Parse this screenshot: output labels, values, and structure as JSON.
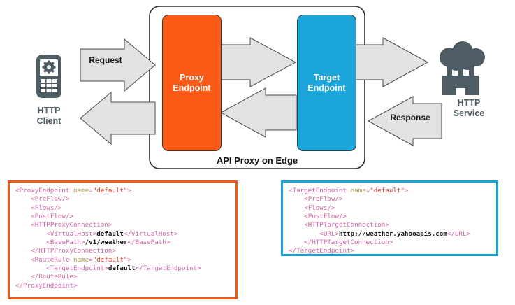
{
  "diagram": {
    "title": "API Proxy on Edge",
    "nodes": {
      "http_client": {
        "label": "HTTP\nClient",
        "label_line1": "HTTP",
        "label_line2": "Client",
        "icon": "mobile-phone-gear-icon",
        "color": "#4E5C63"
      },
      "http_service": {
        "label": "HTTP\nService",
        "label_line1": "HTTP",
        "label_line2": "Service",
        "icon": "factory-cloud-icon",
        "color": "#4E5C63"
      },
      "proxy_endpoint": {
        "label_line1": "Proxy",
        "label_line2": "Endpoint",
        "color": "#FB5A17",
        "text_color": "#FFFFFF"
      },
      "target_endpoint": {
        "label_line1": "Target",
        "label_line2": "Endpoint",
        "color": "#1CA6DC",
        "text_color": "#FFFFFF"
      }
    },
    "arrows": {
      "request": {
        "label": "Request",
        "direction": "right",
        "fill": "#E2E2E2"
      },
      "response": {
        "label": "Response",
        "direction": "left",
        "fill": "#E2E2E2"
      },
      "proxy_to_target": {
        "label": "",
        "direction": "right",
        "fill": "#E2E2E2"
      },
      "target_to_proxy": {
        "label": "",
        "direction": "left",
        "fill": "#E2E2E2"
      },
      "target_to_service": {
        "label": "",
        "direction": "right",
        "fill": "#E2E2E2"
      },
      "proxy_to_client": {
        "label": "",
        "direction": "left",
        "fill": "#E2E2E2"
      }
    }
  },
  "code_blocks": {
    "proxy": {
      "border_color": "#F4591C",
      "lines": [
        [
          {
            "t": "punct",
            "v": "<"
          },
          {
            "t": "tag",
            "v": "ProxyEndpoint"
          },
          {
            "t": "text",
            "v": " "
          },
          {
            "t": "attr",
            "v": "name"
          },
          {
            "t": "eq",
            "v": "="
          },
          {
            "t": "val",
            "v": "\"default\""
          },
          {
            "t": "punct",
            "v": ">"
          }
        ],
        [
          {
            "t": "text",
            "v": "    "
          },
          {
            "t": "punct",
            "v": "<"
          },
          {
            "t": "tag",
            "v": "PreFlow"
          },
          {
            "t": "punct",
            "v": "/>"
          }
        ],
        [
          {
            "t": "text",
            "v": "    "
          },
          {
            "t": "punct",
            "v": "<"
          },
          {
            "t": "tag",
            "v": "Flows"
          },
          {
            "t": "punct",
            "v": "/>"
          }
        ],
        [
          {
            "t": "text",
            "v": "    "
          },
          {
            "t": "punct",
            "v": "<"
          },
          {
            "t": "tag",
            "v": "PostFlow"
          },
          {
            "t": "punct",
            "v": "/>"
          }
        ],
        [
          {
            "t": "text",
            "v": "    "
          },
          {
            "t": "punct",
            "v": "<"
          },
          {
            "t": "tag",
            "v": "HTTPProxyConnection"
          },
          {
            "t": "punct",
            "v": ">"
          }
        ],
        [
          {
            "t": "text",
            "v": "        "
          },
          {
            "t": "punct",
            "v": "<"
          },
          {
            "t": "tag",
            "v": "VirtualHost"
          },
          {
            "t": "punct",
            "v": ">"
          },
          {
            "t": "text",
            "v": "default"
          },
          {
            "t": "punct",
            "v": "</"
          },
          {
            "t": "tag",
            "v": "VirtualHost"
          },
          {
            "t": "punct",
            "v": ">"
          }
        ],
        [
          {
            "t": "text",
            "v": "        "
          },
          {
            "t": "punct",
            "v": "<"
          },
          {
            "t": "tag",
            "v": "BasePath"
          },
          {
            "t": "punct",
            "v": ">"
          },
          {
            "t": "text",
            "v": "/v1/weather"
          },
          {
            "t": "punct",
            "v": "</"
          },
          {
            "t": "tag",
            "v": "BasePath"
          },
          {
            "t": "punct",
            "v": ">"
          }
        ],
        [
          {
            "t": "text",
            "v": "    "
          },
          {
            "t": "punct",
            "v": "</"
          },
          {
            "t": "tag",
            "v": "HTTPProxyConnection"
          },
          {
            "t": "punct",
            "v": ">"
          }
        ],
        [
          {
            "t": "text",
            "v": "    "
          },
          {
            "t": "punct",
            "v": "<"
          },
          {
            "t": "tag",
            "v": "RouteRule"
          },
          {
            "t": "text",
            "v": " "
          },
          {
            "t": "attr",
            "v": "name"
          },
          {
            "t": "eq",
            "v": "="
          },
          {
            "t": "val",
            "v": "\"default\""
          },
          {
            "t": "punct",
            "v": ">"
          }
        ],
        [
          {
            "t": "text",
            "v": "        "
          },
          {
            "t": "punct",
            "v": "<"
          },
          {
            "t": "tag",
            "v": "TargetEndpoint"
          },
          {
            "t": "punct",
            "v": ">"
          },
          {
            "t": "text",
            "v": "default"
          },
          {
            "t": "punct",
            "v": "</"
          },
          {
            "t": "tag",
            "v": "TargetEndpoint"
          },
          {
            "t": "punct",
            "v": ">"
          }
        ],
        [
          {
            "t": "text",
            "v": "    "
          },
          {
            "t": "punct",
            "v": "</"
          },
          {
            "t": "tag",
            "v": "RouteRule"
          },
          {
            "t": "punct",
            "v": ">"
          }
        ],
        [
          {
            "t": "punct",
            "v": "</"
          },
          {
            "t": "tag",
            "v": "ProxyEndpoint"
          },
          {
            "t": "punct",
            "v": ">"
          }
        ]
      ]
    },
    "target": {
      "border_color": "#17A2D9",
      "lines": [
        [
          {
            "t": "punct",
            "v": "<"
          },
          {
            "t": "tag",
            "v": "TargetEndpoint"
          },
          {
            "t": "text",
            "v": " "
          },
          {
            "t": "attr",
            "v": "name"
          },
          {
            "t": "eq",
            "v": "="
          },
          {
            "t": "val",
            "v": "\"default\""
          },
          {
            "t": "punct",
            "v": ">"
          }
        ],
        [
          {
            "t": "text",
            "v": "    "
          },
          {
            "t": "punct",
            "v": "<"
          },
          {
            "t": "tag",
            "v": "PreFlow"
          },
          {
            "t": "punct",
            "v": "/>"
          }
        ],
        [
          {
            "t": "text",
            "v": "    "
          },
          {
            "t": "punct",
            "v": "<"
          },
          {
            "t": "tag",
            "v": "Flows"
          },
          {
            "t": "punct",
            "v": "/>"
          }
        ],
        [
          {
            "t": "text",
            "v": "    "
          },
          {
            "t": "punct",
            "v": "<"
          },
          {
            "t": "tag",
            "v": "PostFlow"
          },
          {
            "t": "punct",
            "v": "/>"
          }
        ],
        [
          {
            "t": "text",
            "v": "    "
          },
          {
            "t": "punct",
            "v": "<"
          },
          {
            "t": "tag",
            "v": "HTTPTargetConnection"
          },
          {
            "t": "punct",
            "v": ">"
          }
        ],
        [
          {
            "t": "text",
            "v": "        "
          },
          {
            "t": "punct",
            "v": "<"
          },
          {
            "t": "tag",
            "v": "URL"
          },
          {
            "t": "punct",
            "v": ">"
          },
          {
            "t": "text",
            "v": "http://weather.yahooapis.com"
          },
          {
            "t": "punct",
            "v": "</"
          },
          {
            "t": "tag",
            "v": "URL"
          },
          {
            "t": "punct",
            "v": ">"
          }
        ],
        [
          {
            "t": "text",
            "v": "    "
          },
          {
            "t": "punct",
            "v": "</"
          },
          {
            "t": "tag",
            "v": "HTTPTargetConnection"
          },
          {
            "t": "punct",
            "v": ">"
          }
        ],
        [
          {
            "t": "punct",
            "v": "</"
          },
          {
            "t": "tag",
            "v": "TargetEndpoint"
          },
          {
            "t": "punct",
            "v": ">"
          }
        ]
      ]
    }
  }
}
